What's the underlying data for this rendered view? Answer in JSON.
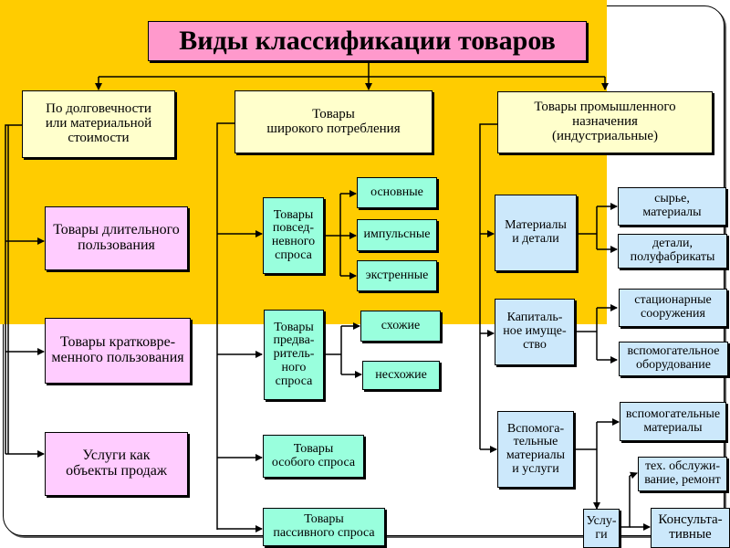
{
  "title": "Виды классификации товаров",
  "level1": {
    "durability": "По долговечности\nили материальной\nстоимости",
    "consumer": "Товары\nширокого потребления",
    "industrial": "Товары промышленного\nназначения\n(индустриальные)"
  },
  "durability_items": [
    "Товары длительного\nпользования",
    "Товары кратковре-\nменного пользования",
    "Услуги как\nобъекты продаж"
  ],
  "consumer_items": {
    "daily": "Товары\nповсед-\nневного\nспроса",
    "daily_sub": [
      "основные",
      "импульсные",
      "экстренные"
    ],
    "preselected": "Товары\nпредва-\nритель-\nного\nспроса",
    "preselected_sub": [
      "схожие",
      "несхожие"
    ],
    "special": "Товары\nособого спроса",
    "passive": "Товары\nпассивного спроса"
  },
  "industrial_items": {
    "materials": "Материалы\nи детали",
    "materials_sub": [
      "сырье,\nматериалы",
      "детали,\nполуфабрикаты"
    ],
    "capital": "Капиталь-\nное имуще-\nство",
    "capital_sub": [
      "стационарные\nсооружения",
      "вспомогательное\nоборудование"
    ],
    "auxiliary": "Вспомога-\nтельные\nматериалы\nи услуги",
    "auxiliary_sub": [
      "вспомогательные\nматериалы"
    ],
    "services": "Услу-\nги",
    "services_sub": [
      "тех. обслужи-\nвание, ремонт",
      "Консульта-\nтивные"
    ]
  }
}
